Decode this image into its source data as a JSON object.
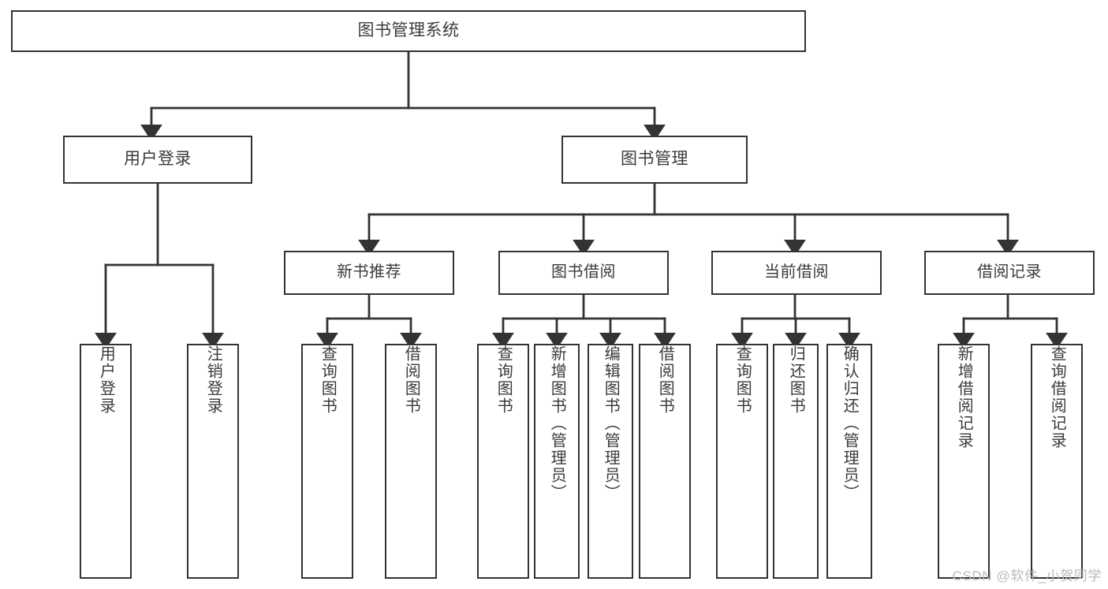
{
  "diagram": {
    "title": "图书管理系统",
    "type": "tree",
    "watermark": "CSDN @软件_小贺同学",
    "colors": {
      "background": "#ffffff",
      "box_border": "#333333",
      "box_fill": "#ffffff",
      "text": "#3b3b3b",
      "edge": "#333333",
      "watermark": "#b9b9b9"
    },
    "nodes": {
      "root": {
        "label": "图书管理系统"
      },
      "level1": [
        {
          "id": "user-login",
          "label": "用户登录"
        },
        {
          "id": "book-manage",
          "label": "图书管理"
        }
      ],
      "level2": [
        {
          "id": "new-book-rec",
          "label": "新书推荐",
          "parent": "book-manage"
        },
        {
          "id": "book-borrow",
          "label": "图书借阅",
          "parent": "book-manage"
        },
        {
          "id": "current-borrow",
          "label": "当前借阅",
          "parent": "book-manage"
        },
        {
          "id": "borrow-record",
          "label": "借阅记录",
          "parent": "book-manage"
        }
      ],
      "leaves": [
        {
          "id": "leaf-user-login",
          "label": "用户登录",
          "parent": "user-login"
        },
        {
          "id": "leaf-logout",
          "label": "注销登录",
          "parent": "user-login"
        },
        {
          "id": "leaf-query-book-1",
          "label": "查询图书",
          "parent": "new-book-rec"
        },
        {
          "id": "leaf-borrow-book-1",
          "label": "借阅图书",
          "parent": "new-book-rec"
        },
        {
          "id": "leaf-query-book-2",
          "label": "查询图书",
          "parent": "book-borrow"
        },
        {
          "id": "leaf-add-book",
          "label": "新增图书（管理员）",
          "parent": "book-borrow"
        },
        {
          "id": "leaf-edit-book",
          "label": "编辑图书（管理员）",
          "parent": "book-borrow"
        },
        {
          "id": "leaf-borrow-book-2",
          "label": "借阅图书",
          "parent": "book-borrow"
        },
        {
          "id": "leaf-query-book-3",
          "label": "查询图书",
          "parent": "current-borrow"
        },
        {
          "id": "leaf-return-book",
          "label": "归还图书",
          "parent": "current-borrow"
        },
        {
          "id": "leaf-confirm-return",
          "label": "确认归还（管理员）",
          "parent": "current-borrow"
        },
        {
          "id": "leaf-add-record",
          "label": "新增借阅记录",
          "parent": "borrow-record"
        },
        {
          "id": "leaf-query-record",
          "label": "查询借阅记录",
          "parent": "borrow-record"
        }
      ]
    }
  }
}
